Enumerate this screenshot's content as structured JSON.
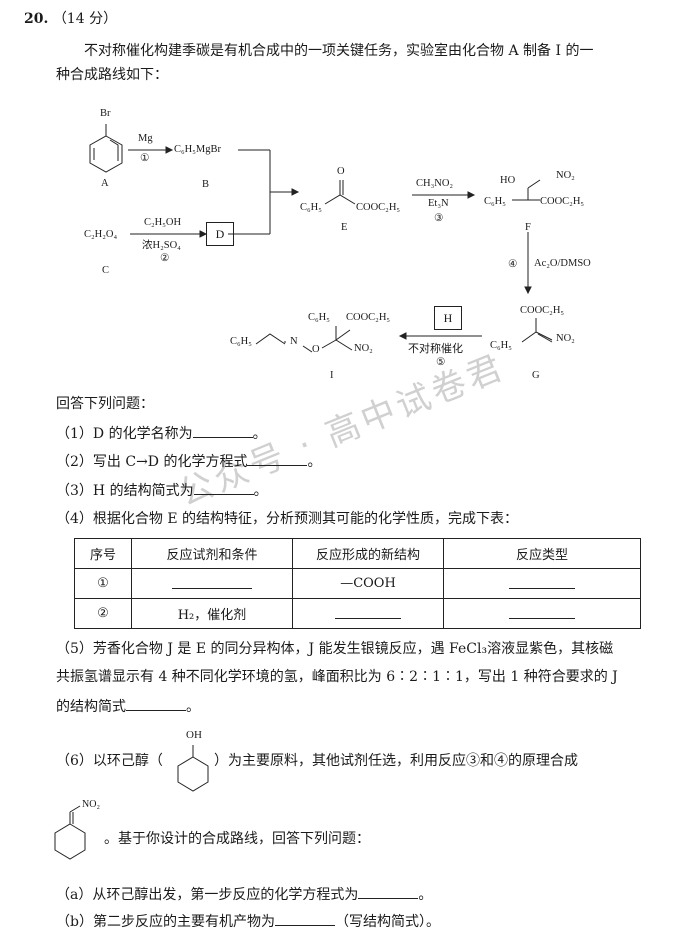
{
  "header": {
    "number": "20.",
    "points": "（14 分）"
  },
  "intro": [
    "不对称催化构建季碳是有机合成中的一项关键任务，实验室由化合物 A 制备 I 的一",
    "种合成路线如下："
  ],
  "scheme": {
    "A": {
      "substituent": "Br",
      "label": "A"
    },
    "step1": {
      "reagent": "Mg",
      "num": "①",
      "product": "C₆H₅MgBr",
      "label": "B"
    },
    "C": {
      "formula": "C₂H₂O₄",
      "label": "C"
    },
    "step2": {
      "reagent_top": "C₂H₅OH",
      "reagent_bottom": "浓H₂SO₄",
      "num": "②",
      "product": "D"
    },
    "E": {
      "c6h5": "C₆H₅",
      "o": "O",
      "cooc": "COOC₂H₅",
      "label": "E"
    },
    "step3": {
      "reagent_top": "CH₃NO₂",
      "reagent_bottom": "Et₃N",
      "num": "③"
    },
    "F": {
      "ho": "HO",
      "no2": "NO₂",
      "c6h5": "C₆H₅",
      "cooc": "COOC₂H₅",
      "label": "F"
    },
    "step4": {
      "num": "④",
      "reagent": "Ac₂O/DMSO"
    },
    "G": {
      "cooc": "COOC₂H₅",
      "no2": "NO₂",
      "c6h5": "C₆H₅",
      "label": "G"
    },
    "step5": {
      "box": "H",
      "reagent": "不对称催化",
      "num": "⑤"
    },
    "I": {
      "c6h5a": "C₆H₅",
      "n": "N",
      "o": "O",
      "c6h5b": "C₆H₅",
      "cooc": "COOC₂H₅",
      "no2": "NO₂",
      "label": "I"
    }
  },
  "prompt": "回答下列问题：",
  "q1": {
    "pre": "（1）D 的化学名称为",
    "post": "。"
  },
  "q2": {
    "pre": "（2）写出 C→D 的化学方程式",
    "post": "。"
  },
  "q3": {
    "pre": "（3）H 的结构简式为",
    "post": "。"
  },
  "q4": "（4）根据化合物 E 的结构特征，分析预测其可能的化学性质，完成下表：",
  "table": {
    "headers": [
      "序号",
      "反应试剂和条件",
      "反应形成的新结构",
      "反应类型"
    ],
    "rows": [
      [
        "①",
        "",
        "—COOH",
        ""
      ],
      [
        "②",
        "H₂，催化剂",
        "",
        ""
      ]
    ]
  },
  "q5": [
    "（5）芳香化合物 J 是 E 的同分异构体，J 能发生银镜反应，遇 FeCl₃溶液显紫色，其核磁",
    "共振氢谱显示有 4 种不同化学环境的氢，峰面积比为 6∶2∶1∶1，写出 1 种符合要求的 J",
    "的结构简式"
  ],
  "q5_end": "。",
  "q6": {
    "oh": "OH",
    "pre": "（6）以环己醇（",
    "post": "）为主要原料，其他试剂任选，利用反应③和④的原理合成",
    "no2": "NO₂",
    "line2": "。基于你设计的合成路线，回答下列问题："
  },
  "qa": {
    "pre": "（a）从环己醇出发，第一步反应的化学方程式为",
    "post": "。"
  },
  "qb": {
    "pre": "（b）第二步反应的主要有机产物为",
    "post": "（写结构简式）。"
  },
  "watermark": "公众号 · 高中试卷君"
}
